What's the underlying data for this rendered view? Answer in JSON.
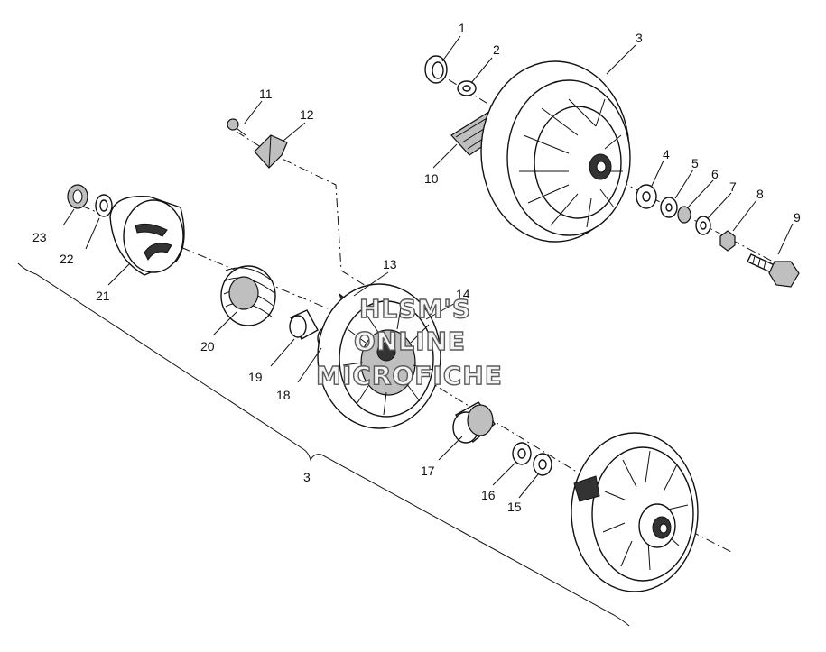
{
  "diagram": {
    "callouts": [
      {
        "id": "c1",
        "text": "1"
      },
      {
        "id": "c2",
        "text": "2"
      },
      {
        "id": "c3",
        "text": "3"
      },
      {
        "id": "c4",
        "text": "4"
      },
      {
        "id": "c5",
        "text": "5"
      },
      {
        "id": "c6",
        "text": "6"
      },
      {
        "id": "c7",
        "text": "7"
      },
      {
        "id": "c8",
        "text": "8"
      },
      {
        "id": "c9",
        "text": "9"
      },
      {
        "id": "c10",
        "text": "10"
      },
      {
        "id": "c11",
        "text": "11"
      },
      {
        "id": "c12",
        "text": "12"
      },
      {
        "id": "c13",
        "text": "13"
      },
      {
        "id": "c14",
        "text": "14"
      },
      {
        "id": "c15",
        "text": "15"
      },
      {
        "id": "c16",
        "text": "16"
      },
      {
        "id": "c17",
        "text": "17"
      },
      {
        "id": "c18",
        "text": "18"
      },
      {
        "id": "c19",
        "text": "19"
      },
      {
        "id": "c20",
        "text": "20"
      },
      {
        "id": "c21",
        "text": "21"
      },
      {
        "id": "c22",
        "text": "22"
      },
      {
        "id": "c23",
        "text": "23"
      },
      {
        "id": "c3b",
        "text": "3"
      }
    ]
  },
  "watermark": {
    "line1": "HLSM'S",
    "line2": "ONLINE",
    "line3": "MICROFICHE"
  }
}
